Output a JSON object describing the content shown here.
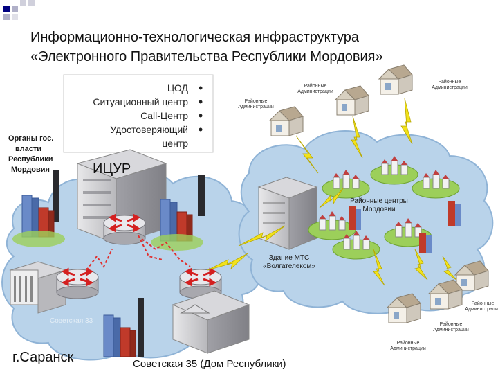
{
  "title": {
    "line1": "Информационно-технологическая инфраструктура",
    "line2": "«Электронного Правительства Республики Мордовия»"
  },
  "services": {
    "items": [
      "ЦОД",
      "Ситуационный центр",
      "Call-Центр",
      "Удостоверяющий",
      "центр"
    ]
  },
  "labels": {
    "organs": [
      "Органы гос.",
      "власти",
      "Республики",
      "Мордовия"
    ],
    "icur": "ИЦУР",
    "raion_centers": [
      "Районные центры",
      "Мордовии"
    ],
    "mts": [
      "Здание МТС",
      "«Волгателеком»"
    ],
    "saransk": "г.Саранск",
    "sovetskaya": "Советская 35 (Дом Республики)",
    "faded": "Советская 33",
    "raion_admin": [
      "Районные",
      "Администрации"
    ]
  },
  "colors": {
    "cloud": "#b9d3ea",
    "cloud_edge": "#8fb3d6",
    "lightning": "#f2e21b",
    "router_arrow": "#d42020",
    "green_patch": "#9ccf5a"
  }
}
